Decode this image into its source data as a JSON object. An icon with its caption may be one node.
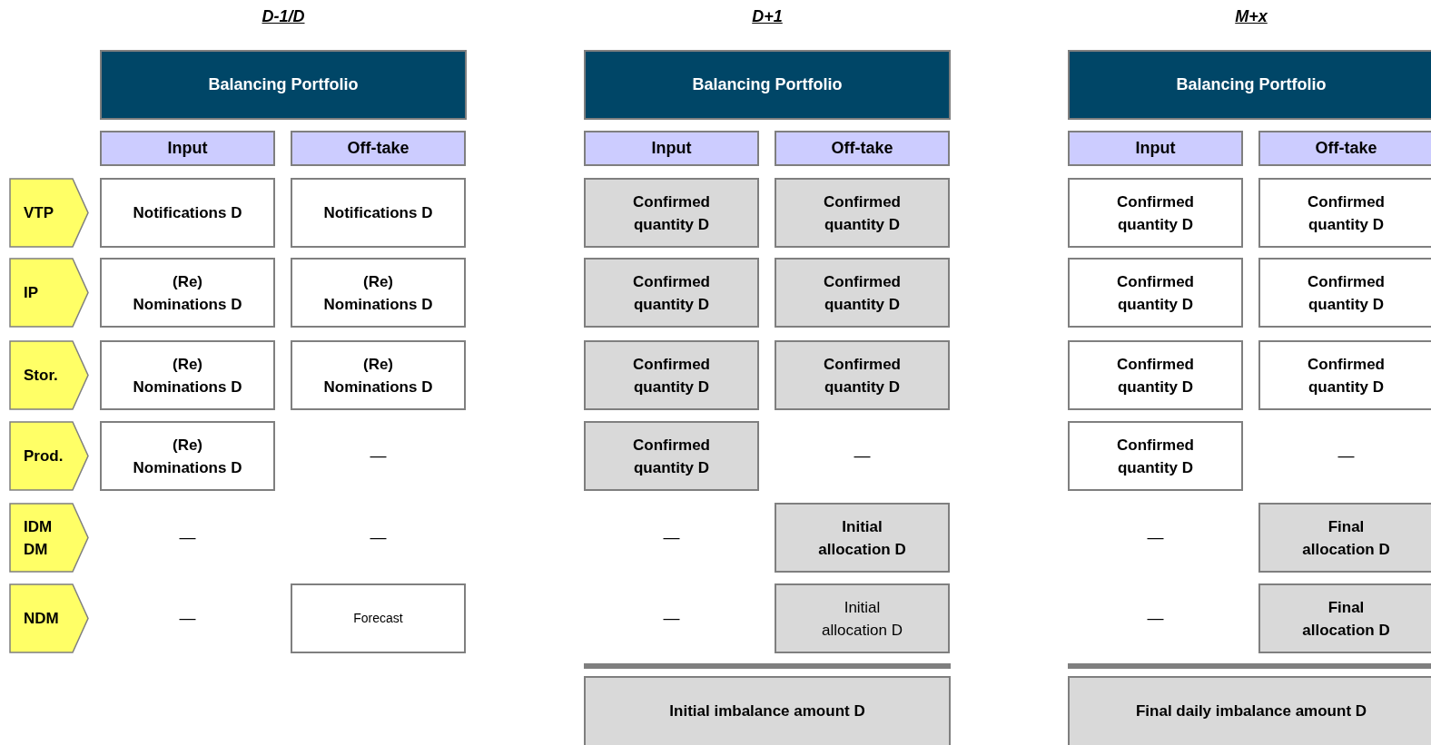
{
  "diagram": {
    "nodes": [
      {
        "text": [
          "VTP"
        ]
      },
      {
        "text": [
          "IP"
        ]
      },
      {
        "text": [
          "Stor."
        ]
      },
      {
        "text": [
          "Prod."
        ]
      },
      {
        "text": [
          "IDM DM"
        ]
      },
      {
        "text": [
          "NDM"
        ]
      },
      {
        "text": [
          "Balancing Portfolio"
        ]
      },
      {
        "text": [
          "Input"
        ]
      },
      {
        "text": [
          "Off-take"
        ]
      },
      {
        "text": [
          "Notifications D"
        ]
      },
      {
        "text": [
          "Notifications D"
        ]
      },
      {
        "text": [
          "(Re) Nominations D"
        ]
      },
      {
        "text": [
          "(Re) Nominations D"
        ]
      },
      {
        "text": [
          "(Re) Nominations D"
        ]
      },
      {
        "text": [
          "(Re) Nominations D"
        ]
      },
      {
        "text": [
          "(Re) Nominations D"
        ]
      },
      {
        "text": [
          "Forecast"
        ]
      },
      {
        "text": [
          "Balancing Portfolio"
        ]
      },
      {
        "text": [
          "Input"
        ]
      },
      {
        "text": [
          "Off-take"
        ]
      },
      {
        "text": [
          "Confirmed quantity D"
        ]
      },
      {
        "text": [
          "Confirmed quantity D"
        ]
      },
      {
        "text": [
          "Confirmed quantity D"
        ]
      },
      {
        "text": [
          "Confirmed quantity D"
        ]
      },
      {
        "text": [
          "Confirmed quantity D"
        ]
      },
      {
        "text": [
          "Confirmed quantity D"
        ]
      },
      {
        "text": [
          "Confirmed quantity D"
        ]
      },
      {
        "text": [
          "Initial allocation D"
        ]
      },
      {
        "text": [
          "Initial allocation D"
        ]
      },
      {
        "text": [
          "Initial imbalance amount D"
        ]
      },
      {
        "text": [
          "Balancing Portfolio"
        ]
      },
      {
        "text": [
          "Input"
        ]
      },
      {
        "text": [
          "Off-take"
        ]
      },
      {
        "text": [
          "Confirmed quantity D"
        ]
      },
      {
        "text": [
          "Confirmed quantity D"
        ]
      },
      {
        "text": [
          "Confirmed quantity D"
        ]
      },
      {
        "text": [
          "Confirmed quantity D"
        ]
      },
      {
        "text": [
          "Confirmed quantity D"
        ]
      },
      {
        "text": [
          "Confirmed quantity D"
        ]
      },
      {
        "text": [
          "Confirmed quantity D"
        ]
      },
      {
        "text": [
          "Final allocation D"
        ]
      },
      {
        "text": [
          "Final allocation D"
        ]
      },
      {
        "text": [
          "Final daily imbalance amount D"
        ]
      }
    ],
    "labels": [
      "D-1/D",
      "D+1",
      "M+x",
      "—",
      "—",
      "—",
      "—",
      "—",
      "—",
      "—",
      "—",
      "—",
      "—"
    ]
  }
}
